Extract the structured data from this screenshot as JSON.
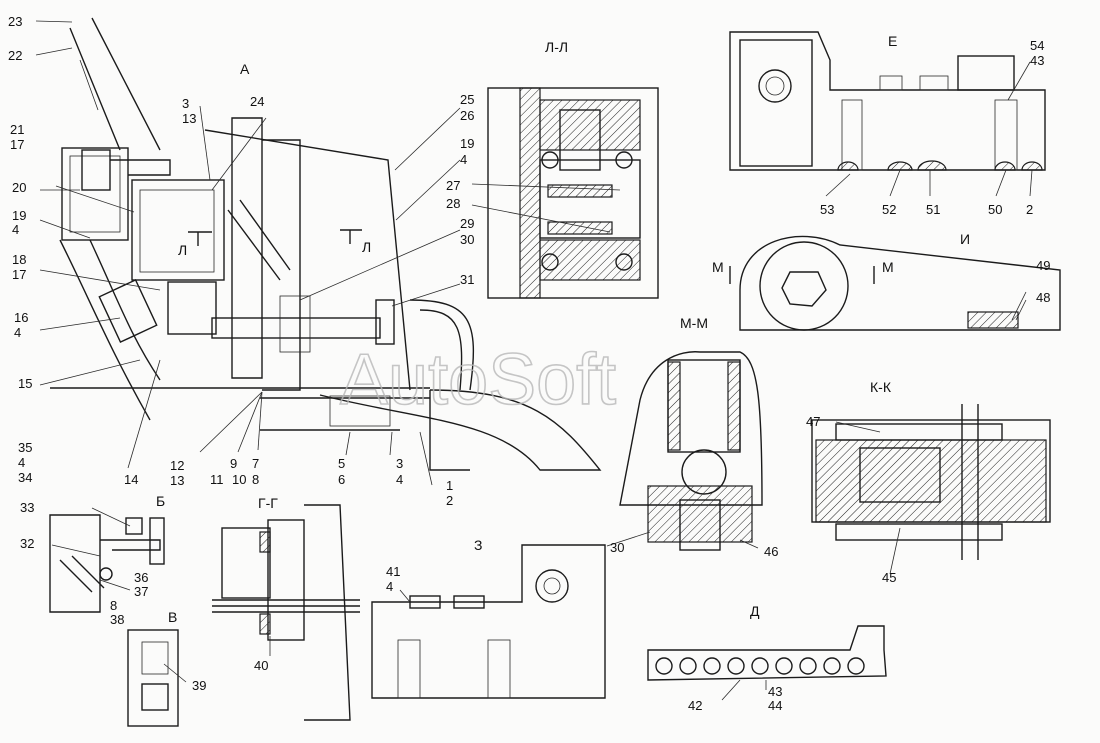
{
  "watermark": "AutoSoft",
  "section_labels": {
    "A": "А",
    "LL": "Л-Л",
    "E": "Е",
    "I": "И",
    "MM_mark": "М",
    "MM": "М-М",
    "KK": "К-К",
    "B": "Б",
    "V": "В",
    "GG": "Г-Г",
    "Z": "З",
    "D": "Д",
    "L_mark": "Л"
  },
  "callouts": {
    "c1": "1",
    "c2": "2",
    "c3": "3",
    "c4": "4",
    "c5": "5",
    "c6": "6",
    "c7": "7",
    "c8": "8",
    "c9": "9",
    "c10": "10",
    "c11": "11",
    "c12": "12",
    "c13": "13",
    "c14": "14",
    "c15": "15",
    "c16": "16",
    "c17": "17",
    "c18": "18",
    "c19": "19",
    "c20": "20",
    "c21": "21",
    "c22": "22",
    "c23": "23",
    "c24": "24",
    "c25": "25",
    "c26": "26",
    "c27": "27",
    "c28": "28",
    "c29": "29",
    "c30": "30",
    "c31": "31",
    "c32": "32",
    "c33": "33",
    "c34": "34",
    "c35": "35",
    "c36": "36",
    "c37": "37",
    "c38": "38",
    "c39": "39",
    "c40": "40",
    "c41": "41",
    "c42": "42",
    "c43": "43",
    "c44": "44",
    "c45": "45",
    "c46": "46",
    "c47": "47",
    "c48": "48",
    "c49": "49",
    "c50": "50",
    "c51": "51",
    "c52": "52",
    "c53": "53",
    "c54": "54"
  }
}
